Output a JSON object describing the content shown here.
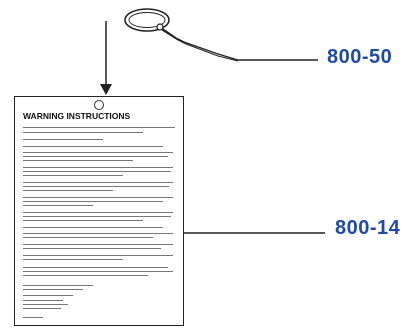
{
  "labels": {
    "top_part": "800-50",
    "bottom_part": "800-14"
  },
  "card": {
    "title": "WARNING INSTRUCTIONS"
  },
  "colors": {
    "label": "#1f4aa8",
    "line": "#222222"
  }
}
